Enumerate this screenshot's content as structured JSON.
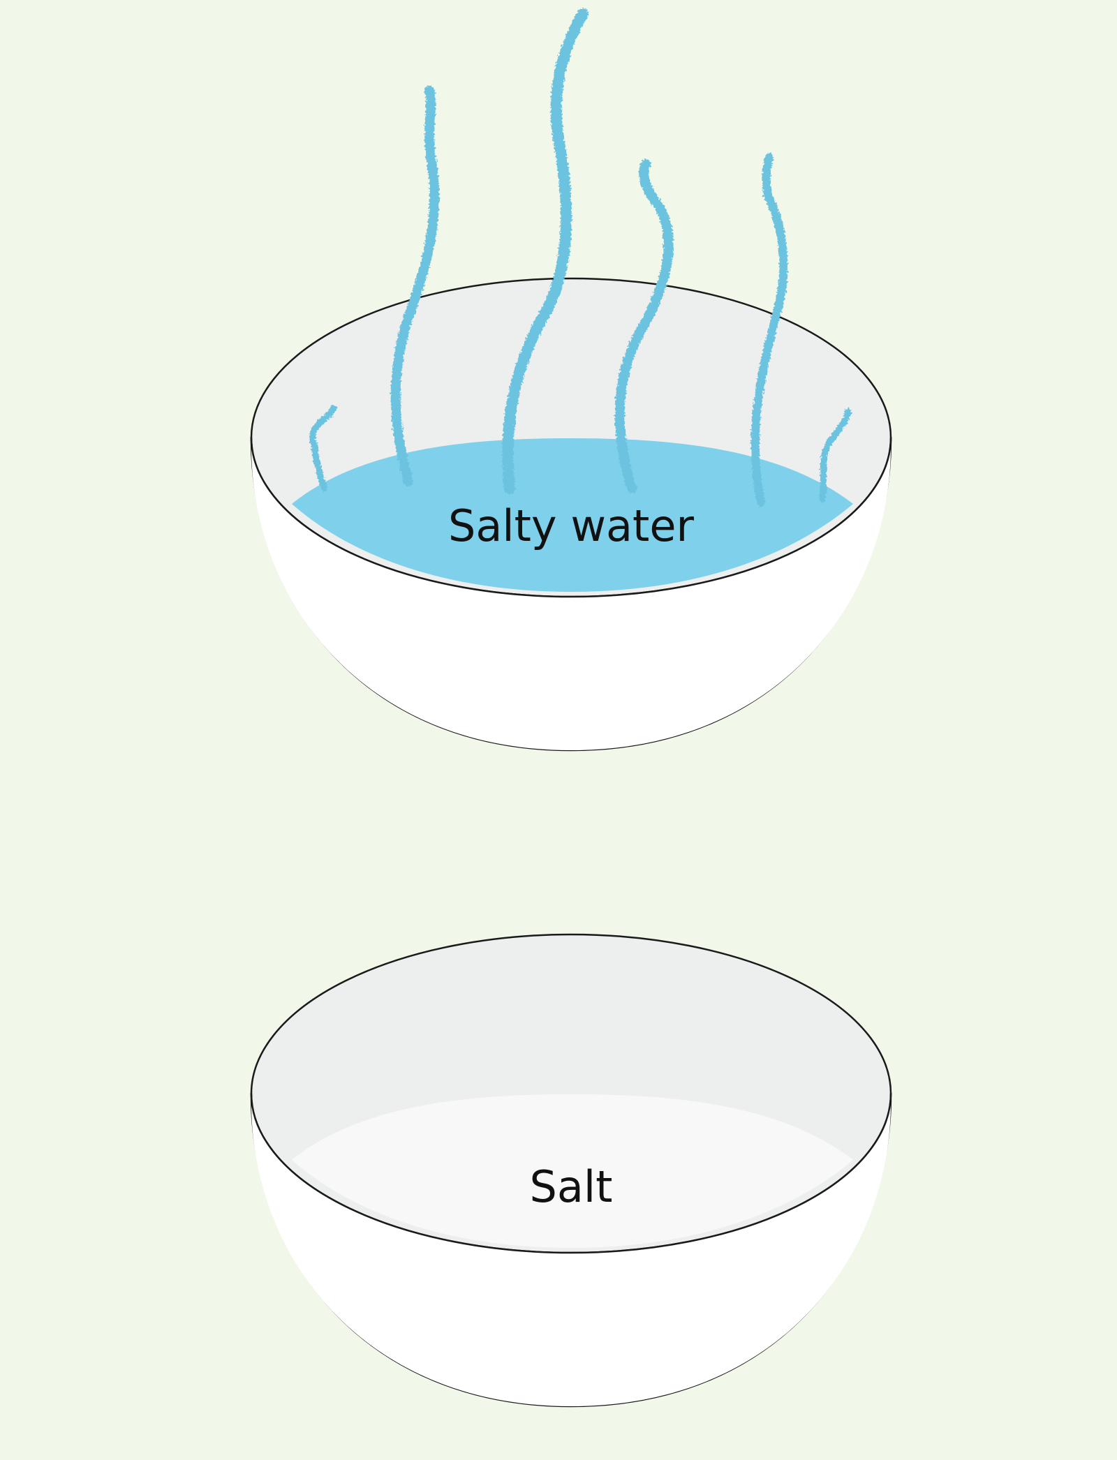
{
  "colors": {
    "background": "#f1f7e9",
    "bowl_outer": "#ffffff",
    "bowl_inner": "#edefee",
    "bowl_outline": "#1a1a1a",
    "water": "#7fd0ea",
    "steam": "#6cc3e0",
    "salt": "#f8f8f8",
    "label": "#111111"
  },
  "bowls": [
    {
      "id": "top",
      "label": "Salty water",
      "contents": "water",
      "steam": true
    },
    {
      "id": "bottom",
      "label": "Salt",
      "contents": "salt",
      "steam": false
    }
  ]
}
